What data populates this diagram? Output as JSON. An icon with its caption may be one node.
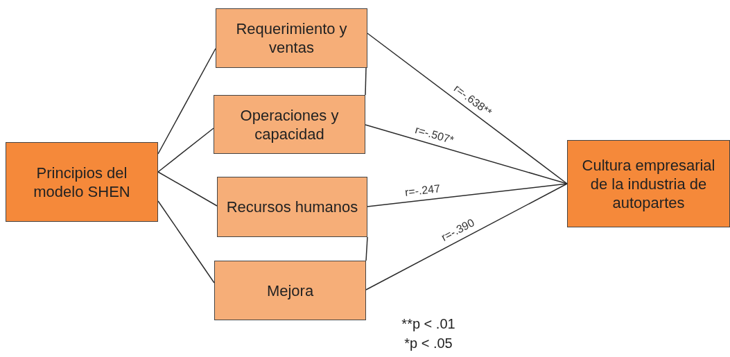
{
  "diagram": {
    "nodes": [
      {
        "text": [
          "Principios del modelo SHEN"
        ]
      },
      {
        "text": [
          "Requerimiento  y ventas"
        ]
      },
      {
        "text": [
          "Operaciones y capacidad"
        ]
      },
      {
        "text": [
          "Recursos humanos"
        ]
      },
      {
        "text": [
          "Mejora"
        ]
      },
      {
        "text": [
          "Cultura empresarial de la industria de autopartes"
        ]
      }
    ],
    "edges": [
      {
        "from": 0,
        "to": 1,
        "arrow": "none"
      },
      {
        "from": 0,
        "to": 2,
        "arrow": "none"
      },
      {
        "from": 0,
        "to": 3,
        "arrow": "none"
      },
      {
        "from": 0,
        "to": 4,
        "arrow": "none"
      },
      {
        "from": 1,
        "to": 2,
        "arrow": "none"
      },
      {
        "from": 3,
        "to": 4,
        "arrow": "none"
      },
      {
        "from": 1,
        "to": 5,
        "arrow": "none",
        "label": "r=-.638**"
      },
      {
        "from": 2,
        "to": 5,
        "arrow": "none",
        "label": "r=-.507*"
      },
      {
        "from": 3,
        "to": 5,
        "arrow": "none",
        "label": "r=-.247"
      },
      {
        "from": 4,
        "to": 5,
        "arrow": "none",
        "label": "r=-.390"
      }
    ],
    "labels": [
      "**p < .01",
      "*p < .05"
    ]
  }
}
